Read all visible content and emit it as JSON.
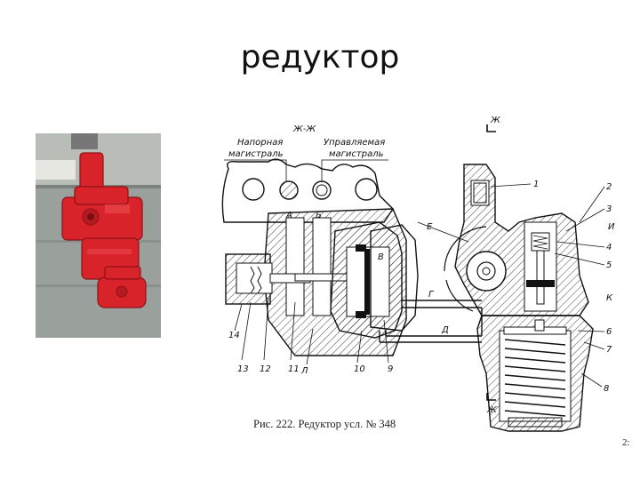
{
  "slide": {
    "title": "редуктор",
    "page_number": "2:"
  },
  "drawing": {
    "section_label": "Ж-Ж",
    "cut_marks": [
      "Ж",
      "Ж"
    ],
    "left_labels": [
      "Напорная",
      "магистраль"
    ],
    "right_labels": [
      "Управляемая",
      "магистраль"
    ],
    "chambers": [
      "А",
      "Б",
      "В",
      "Г",
      "Д",
      "Е",
      "И",
      "К"
    ],
    "numbers": [
      "1",
      "2",
      "3",
      "4",
      "5",
      "6",
      "7",
      "8",
      "9",
      "10",
      "11",
      "12",
      "13",
      "14"
    ],
    "letter_L": "Л",
    "caption": "Рис. 222. Редуктор усл. № 348"
  },
  "colors": {
    "photo_body": "#d8232a",
    "photo_bg": "#9aa09c",
    "line": "#111111"
  }
}
